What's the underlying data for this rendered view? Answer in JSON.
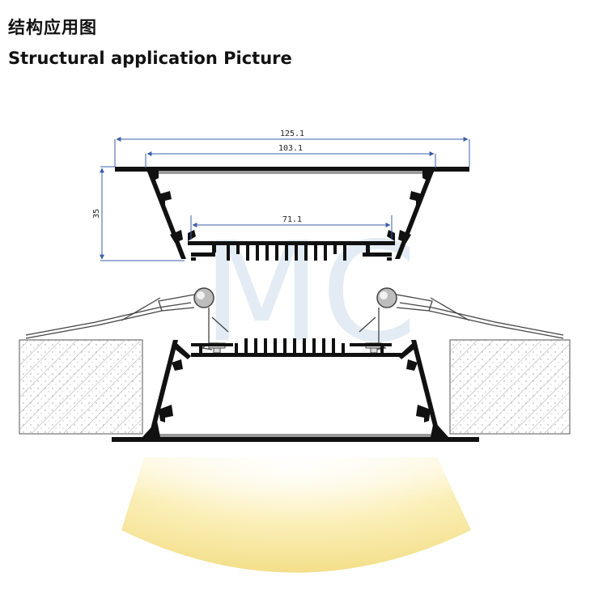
{
  "header": {
    "title_cn": "结构应用图",
    "title_en": "Structural application Picture"
  },
  "dimensions": {
    "overall_width": "125.1",
    "inner_width": "103.1",
    "height": "35",
    "heatsink_width": "71.1"
  },
  "watermark": "MC",
  "colors": {
    "profile": "#111111",
    "diffuser": "#9a9a9a",
    "dimension_line": "#3b5fa8",
    "ceiling_hatch": "#9a9a9a",
    "light_beam": "#f6e9a8"
  }
}
